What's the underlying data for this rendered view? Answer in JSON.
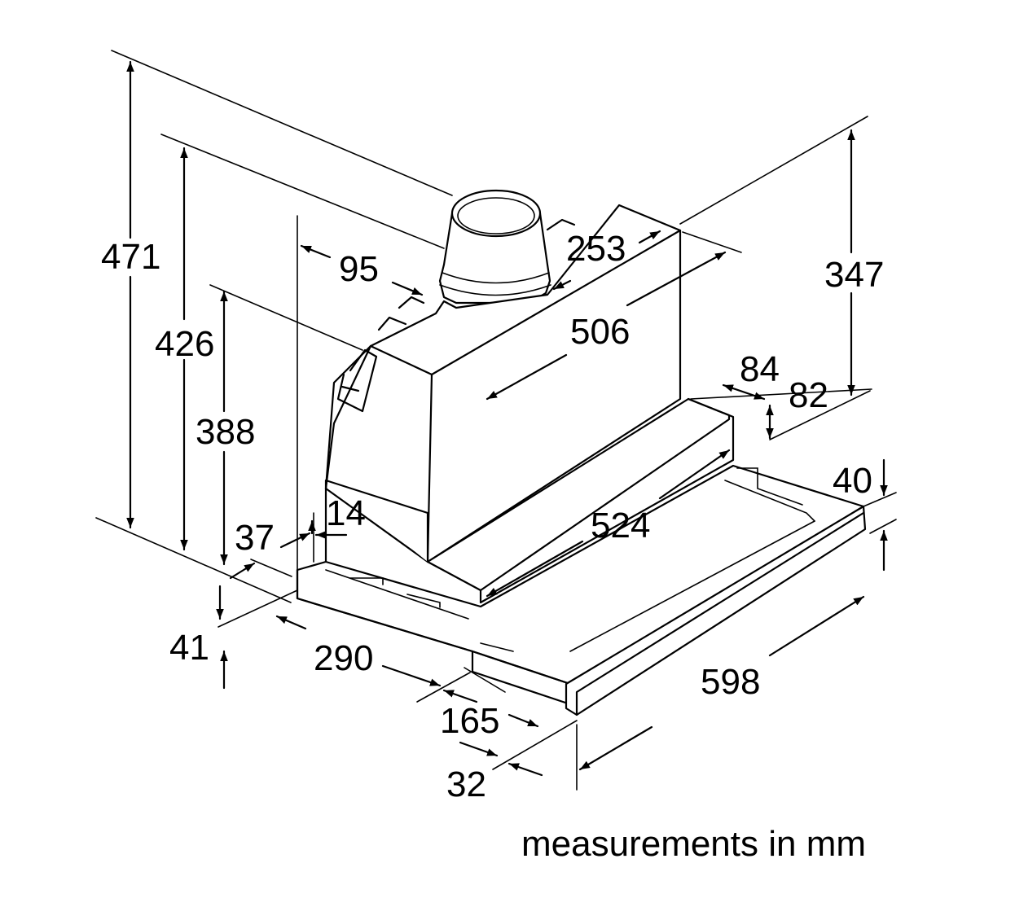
{
  "dimensions": {
    "d471": "471",
    "d426": "426",
    "d388": "388",
    "d95": "95",
    "d253": "253",
    "d506": "506",
    "d347": "347",
    "d84": "84",
    "d82": "82",
    "d40": "40",
    "d14": "14",
    "d37": "37",
    "d524": "524",
    "d41": "41",
    "d290": "290",
    "d165": "165",
    "d598": "598",
    "d32": "32"
  },
  "caption": "measurements in mm"
}
